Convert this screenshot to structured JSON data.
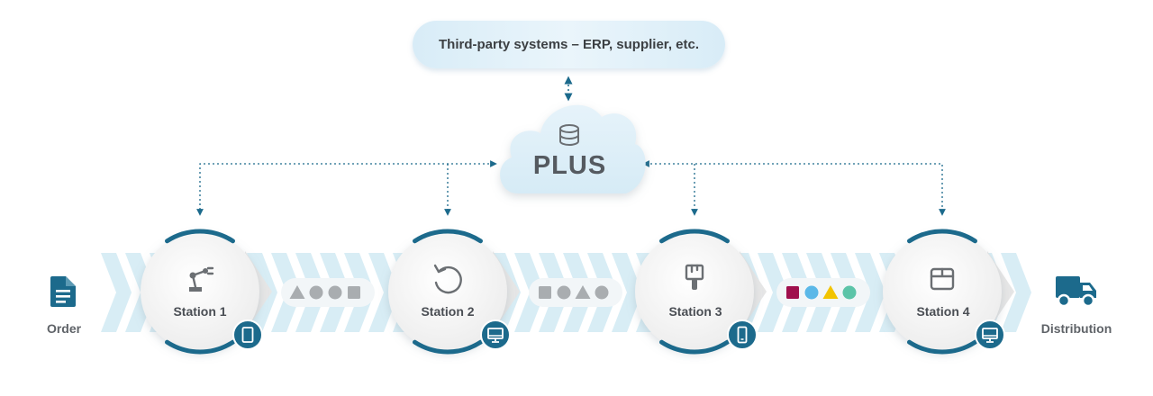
{
  "top_box": {
    "label": "Third-party systems – ERP, supplier, etc."
  },
  "cloud": {
    "label": "PLUS",
    "icon": "database-icon"
  },
  "start": {
    "label": "Order",
    "icon": "document-icon"
  },
  "end": {
    "label": "Distribution",
    "icon": "truck-icon"
  },
  "stations": [
    {
      "label": "Station 1",
      "icon": "robot-arm-icon",
      "device": "tablet-icon"
    },
    {
      "label": "Station 2",
      "icon": "rotate-icon",
      "device": "monitor-icon"
    },
    {
      "label": "Station 3",
      "icon": "paint-brush-icon",
      "device": "smartphone-icon"
    },
    {
      "label": "Station 4",
      "icon": "box-icon",
      "device": "monitor-icon"
    }
  ],
  "shape_groups": [
    {
      "shapes": [
        "triangle",
        "circle",
        "circle",
        "square"
      ]
    },
    {
      "shapes": [
        "square",
        "circle",
        "triangle",
        "circle"
      ]
    },
    {
      "shapes": [
        "square",
        "circle",
        "triangle",
        "circle"
      ],
      "colors": [
        "#a0104d",
        "#5bb8e8",
        "#f2c400",
        "#5cc4a8"
      ]
    }
  ],
  "colors": {
    "accent": "#1c6a8c",
    "arrow_band": "#d8edf5",
    "shape_gray": "#a9adb0",
    "icon_gray": "#6b6f73",
    "cloud": "#e3f1f9"
  }
}
